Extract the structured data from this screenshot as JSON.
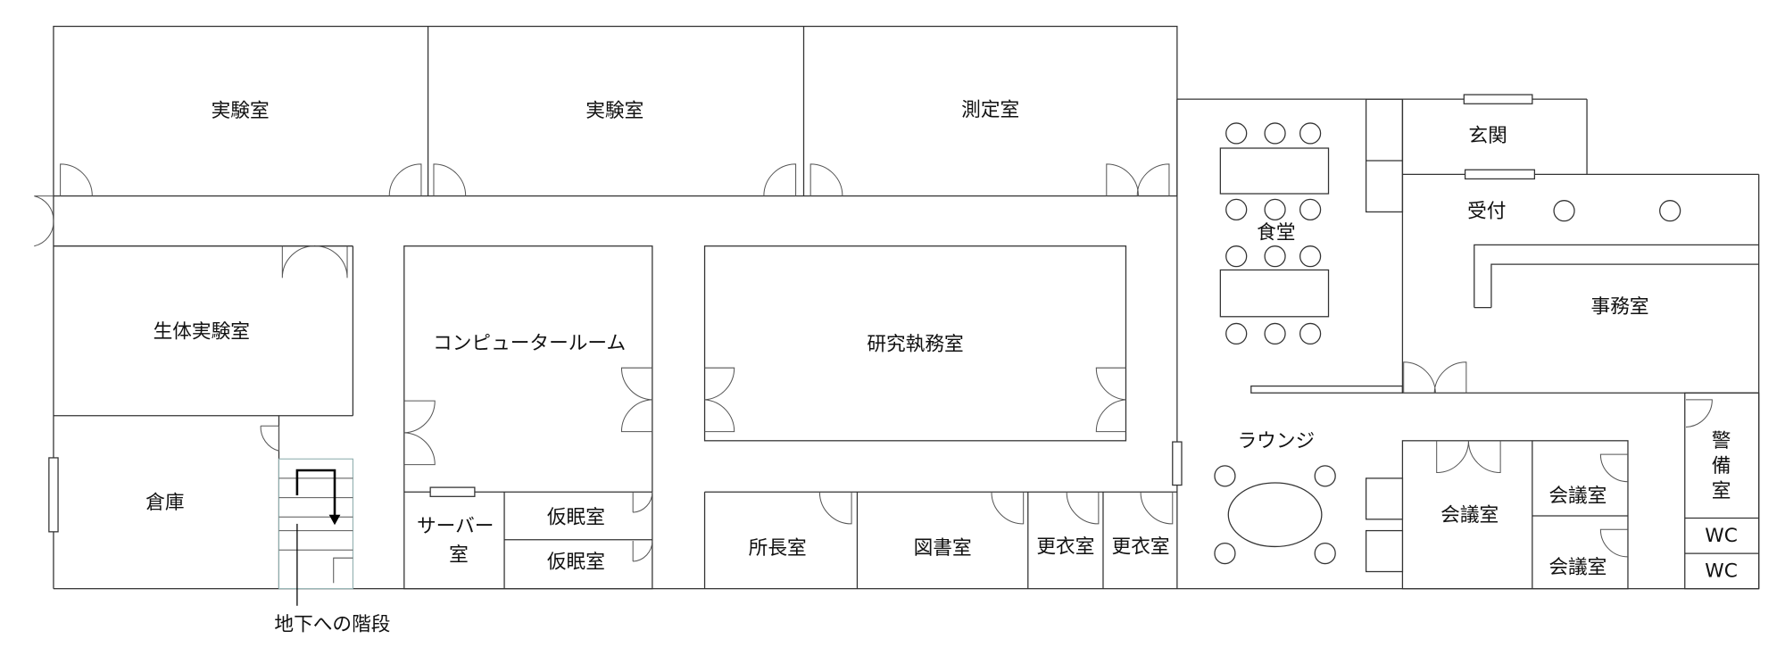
{
  "title": "フロアプラン",
  "rooms": {
    "lab1": "実験室",
    "lab2": "実験室",
    "measurement": "測定室",
    "bio_lab": "生体実験室",
    "storage": "倉庫",
    "computer_room": "コンピュータールーム",
    "server_room_line1": "サーバー",
    "server_room_line2": "室",
    "nap_room1": "仮眠室",
    "nap_room2": "仮眠室",
    "research_office": "研究執務室",
    "director_room": "所長室",
    "library": "図書室",
    "locker1": "更衣室",
    "locker2": "更衣室",
    "cafeteria": "食堂",
    "entrance": "玄関",
    "reception": "受付",
    "office": "事務室",
    "lounge": "ラウンジ",
    "meeting_large": "会議室",
    "meeting_small1": "会議室",
    "meeting_small2": "会議室",
    "security_line1": "警",
    "security_line2": "備",
    "security_line3": "室",
    "wc1": "WC",
    "wc2": "WC"
  },
  "annotations": {
    "stairs": "地下への階段"
  }
}
